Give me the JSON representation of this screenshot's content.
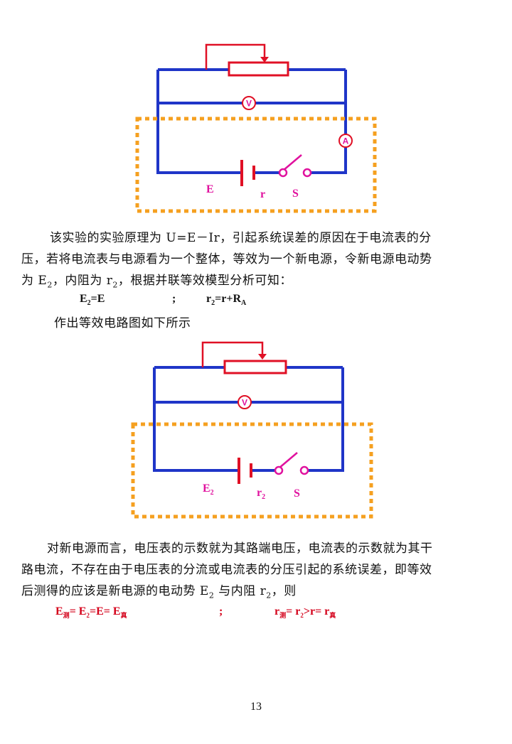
{
  "diagram1": {
    "labels": {
      "E": "E",
      "r": "r",
      "S": "S",
      "V": "V",
      "A": "A"
    }
  },
  "text1": {
    "line1": "该实验的实验原理为 U=E－Ir，引起系统误差的原因在于电流表的分",
    "line2": "压，若将电流表与电源看为一个整体，等效为一个新电源，令新电源电动势",
    "line3_pre": "为 E",
    "line3_sub": "2",
    "line3_mid": "，内阻为 r",
    "line3_sub2": "2",
    "line3_post": "，根据并联等效模型分析可知："
  },
  "eq1": {
    "left": "E",
    "left_sub": "2",
    "left_rest": "=E",
    "sep": ";",
    "right": "r",
    "right_sub": "2",
    "right_rest": "=r+R",
    "right_sub2": "A"
  },
  "text2": "作出等效电路图如下所示",
  "diagram2": {
    "labels": {
      "E": "E",
      "E_sub": "2",
      "r": "r",
      "r_sub": "2",
      "S": "S",
      "V": "V"
    }
  },
  "text3": {
    "line1": "对新电源而言，电压表的示数就为其路端电压，电流表的示数就为其干",
    "line2": "路电流，不存在由于电压表的分流或电流表的分压引起的系统误差，即等效",
    "line3_pre": "后测得的应该是新电源的电动势 E",
    "line3_sub": "2",
    "line3_mid": " 与内阻 r",
    "line3_sub2": "2",
    "line3_post": "，则"
  },
  "eq2": {
    "l1": "E",
    "l1_sub": "测",
    "l2": "= E",
    "l2_sub": "2",
    "l3": "=E= E",
    "l3_sub": "真",
    "sep": ";",
    "r1": "r",
    "r1_sub": "测",
    "r2": "= r",
    "r2_sub": "2",
    "r3": ">r= r",
    "r3_sub": "真"
  },
  "page_number": "13"
}
